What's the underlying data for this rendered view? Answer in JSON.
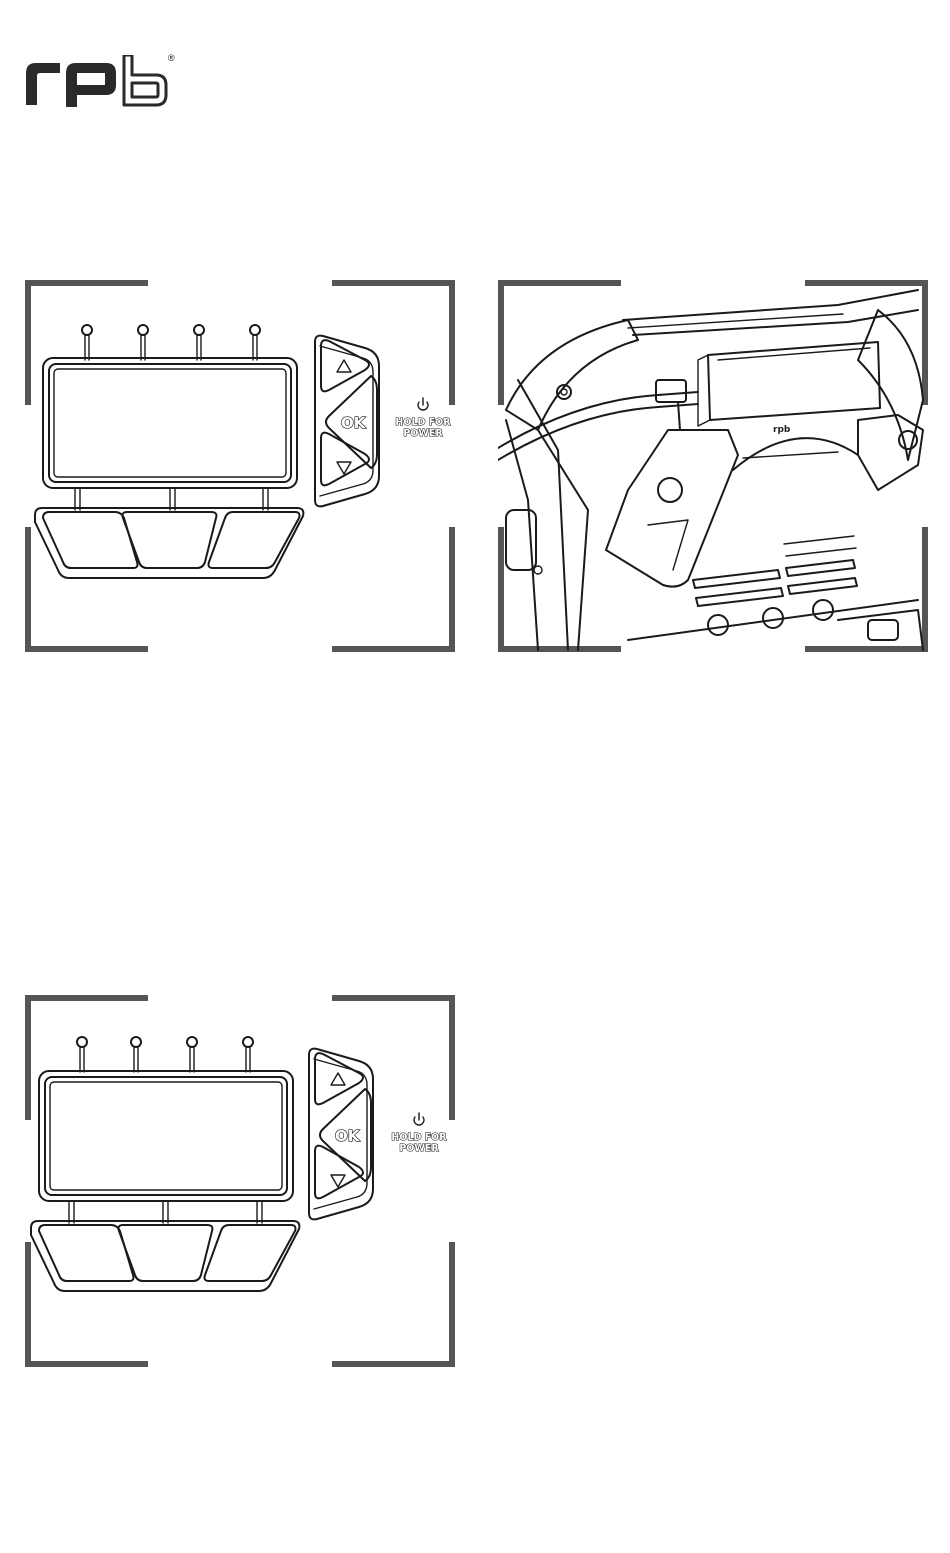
{
  "brand": {
    "logo_text": "rpb",
    "registered_mark": "®"
  },
  "panels": [
    {
      "id": "control-panel-top",
      "ok_label": "OK",
      "power_label_line1": "HOLD FOR",
      "power_label_line2": "POWER",
      "icons": [
        "up-arrow-icon",
        "down-arrow-icon",
        "power-icon"
      ]
    },
    {
      "id": "control-panel-bottom",
      "ok_label": "OK",
      "power_label_line1": "HOLD FOR",
      "power_label_line2": "POWER",
      "icons": [
        "up-arrow-icon",
        "down-arrow-icon",
        "power-icon"
      ]
    }
  ],
  "device_illustration": {
    "logo_text": "rpb"
  },
  "colors": {
    "line": "#1a1a1a",
    "bracket": "#555555",
    "background": "#ffffff"
  }
}
